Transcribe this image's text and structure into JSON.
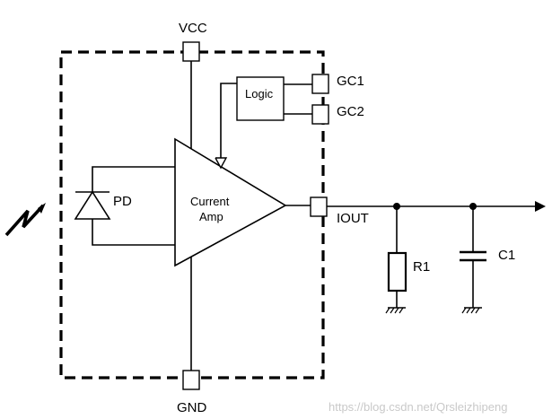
{
  "labels": {
    "vcc": "VCC",
    "gnd": "GND",
    "gc1": "GC1",
    "gc2": "GC2",
    "iout": "IOUT",
    "logic": "Logic",
    "amp_line1": "Current",
    "amp_line2": "Amp",
    "pd": "PD",
    "r1": "R1",
    "c1": "C1"
  },
  "watermark": "https://blog.csdn.net/Qrsleizhipeng",
  "icons": {
    "light": "light-incident-icon",
    "photodiode": "photodiode-icon",
    "resistor": "resistor-icon",
    "capacitor": "capacitor-icon",
    "ground": "ground-icon",
    "amplifier": "amplifier-triangle-icon"
  },
  "colors": {
    "line": "#000000",
    "background": "#ffffff",
    "watermark": "#c9c9c9"
  }
}
